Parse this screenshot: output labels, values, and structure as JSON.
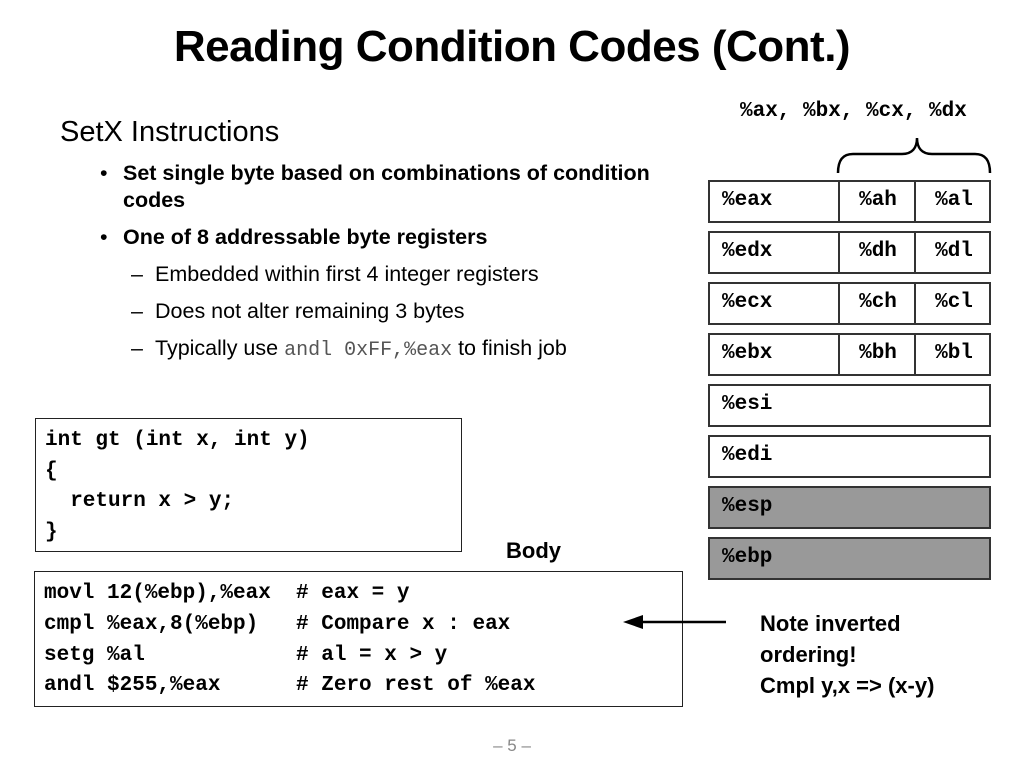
{
  "title": "Reading Condition Codes (Cont.)",
  "heading": "SetX Instructions",
  "bullets": [
    "Set single byte based on combinations of condition codes",
    "One of 8 addressable byte registers"
  ],
  "sub_bullets": [
    "Embedded within first 4 integer registers",
    "Does not alter remaining 3 bytes"
  ],
  "sub_bullet_3": {
    "before": "Typically use ",
    "code": "andl 0xFF,%eax",
    "after": " to finish job"
  },
  "c_code": [
    "int gt (int x, int y)",
    "{",
    "  return x > y;",
    "}"
  ],
  "body_label": "Body",
  "asm_code": [
    "movl 12(%ebp),%eax  # eax = y",
    "cmpl %eax,8(%ebp)   # Compare x : eax",
    "setg %al            # al = x > y",
    "andl $255,%eax      # Zero rest of %eax"
  ],
  "registers_header": "%ax, %bx, %cx, %dx",
  "registers": [
    {
      "name": "%eax",
      "hi": "%ah",
      "lo": "%al"
    },
    {
      "name": "%edx",
      "hi": "%dh",
      "lo": "%dl"
    },
    {
      "name": "%ecx",
      "hi": "%ch",
      "lo": "%cl"
    },
    {
      "name": "%ebx",
      "hi": "%bh",
      "lo": "%bl"
    },
    {
      "name": "%esi"
    },
    {
      "name": "%edi"
    },
    {
      "name": "%esp",
      "shaded": true
    },
    {
      "name": "%ebp",
      "shaded": true
    }
  ],
  "note": [
    "Note inverted",
    "ordering!",
    "Cmpl y,x => (x-y)"
  ],
  "page_number": "– 5 –",
  "colors": {
    "shaded_register": "#999999",
    "inline_code": "#555555",
    "page_number": "#888888"
  }
}
